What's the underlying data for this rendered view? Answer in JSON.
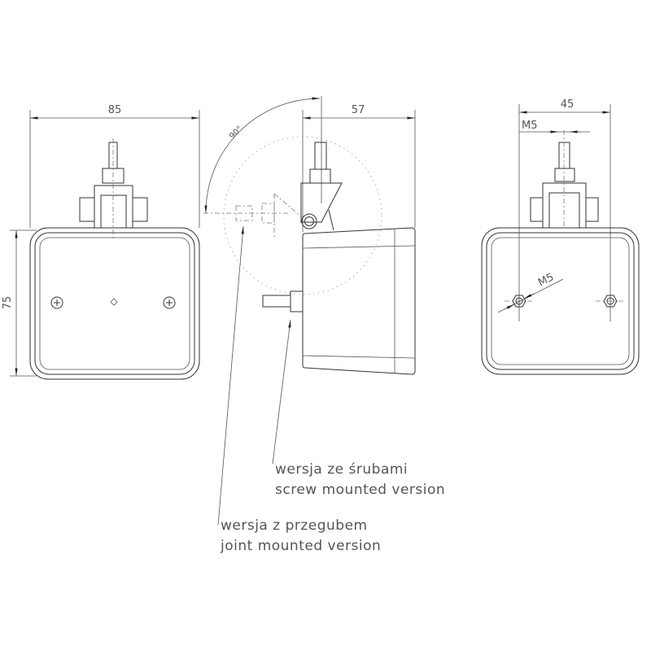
{
  "front_view": {
    "width_dim": "85",
    "height_dim": "75"
  },
  "side_view": {
    "depth_dim": "57",
    "angle_dim": "90°"
  },
  "rear_view": {
    "spacing_dim": "45",
    "stud_thread": "M5",
    "hole_thread": "M5"
  },
  "notes": {
    "screw_pl": "wersja ze śrubami",
    "screw_en": "screw mounted version",
    "joint_pl": "wersja z przegubem",
    "joint_en": "joint mounted version"
  },
  "colors": {
    "line": "#333333",
    "text": "#555555"
  }
}
